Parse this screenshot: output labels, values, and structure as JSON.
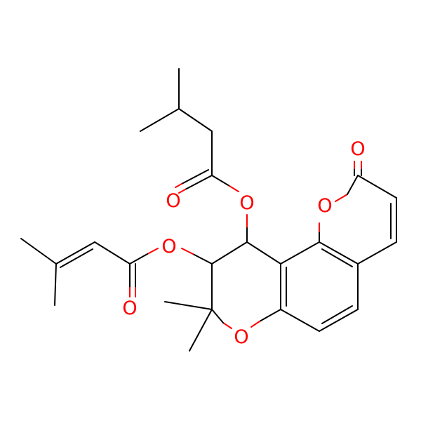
{
  "molecule": {
    "atom_labels": {
      "o_ketone": "O",
      "o_ring_lactone": "O",
      "o_ester_top": "O",
      "o_carbonyl_top": "O",
      "o_ester_left": "O",
      "o_carbonyl_left": "O",
      "o_ring_pyran": "O"
    },
    "colors": {
      "bond": "#000000",
      "heteroatom": "#ff0000",
      "background": "#ffffff"
    }
  }
}
